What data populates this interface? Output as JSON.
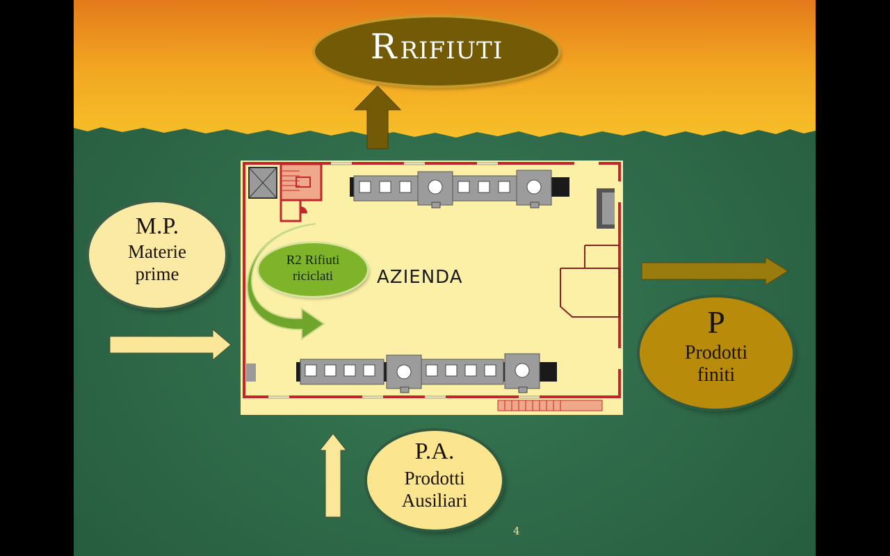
{
  "waste": {
    "big_letter": "R",
    "label": "RIFIUTI"
  },
  "raw_materials": {
    "code": "M.P.",
    "line1": "Materie",
    "line2": "prime"
  },
  "products": {
    "code": "P",
    "line1": "Prodotti",
    "line2": "finiti"
  },
  "auxiliary": {
    "code": "P.A.",
    "line1": "Prodotti",
    "line2": "Ausiliari"
  },
  "recycled": {
    "line1": "R2 Rifiuti",
    "line2": "riciclati"
  },
  "company": {
    "label": "AZIENDA"
  },
  "page_number": "4",
  "colors": {
    "band_orange": "#e58a1c",
    "band_yellow": "#f4b622",
    "background_green": "#2f6b4a",
    "waste_oval": "#7a5e05",
    "cream_oval": "#fbeaa4",
    "products_oval": "#b88c0a",
    "recycled_oval": "#7fb42a",
    "floorplan_fill": "#fbf0a6",
    "wall_red": "#c0262b"
  }
}
